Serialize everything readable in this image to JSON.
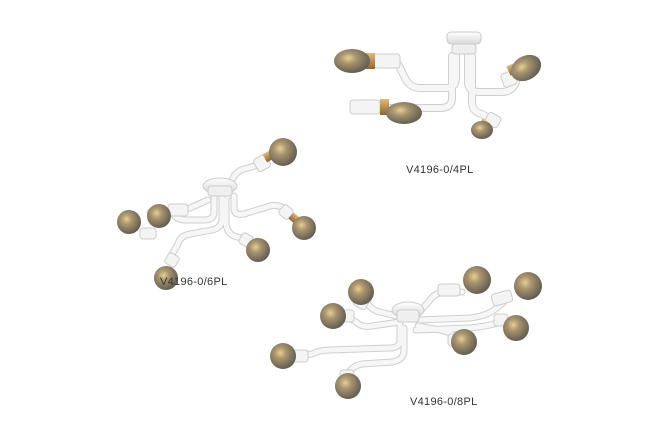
{
  "products": [
    {
      "model": "V4196-0/4PL",
      "bulbs": 4
    },
    {
      "model": "V4196-0/6PL",
      "bulbs": 6
    },
    {
      "model": "V4196-0/8PL",
      "bulbs": 8
    }
  ],
  "colors": {
    "background": "#ffffff",
    "fixture_white": "#f4f4f4",
    "fixture_shadow": "#c9c9c9",
    "bulb_glass": "#8a7f6e",
    "bulb_glow": "#d9b774",
    "socket_brass": "#b98a45",
    "label_text": "#333333"
  }
}
